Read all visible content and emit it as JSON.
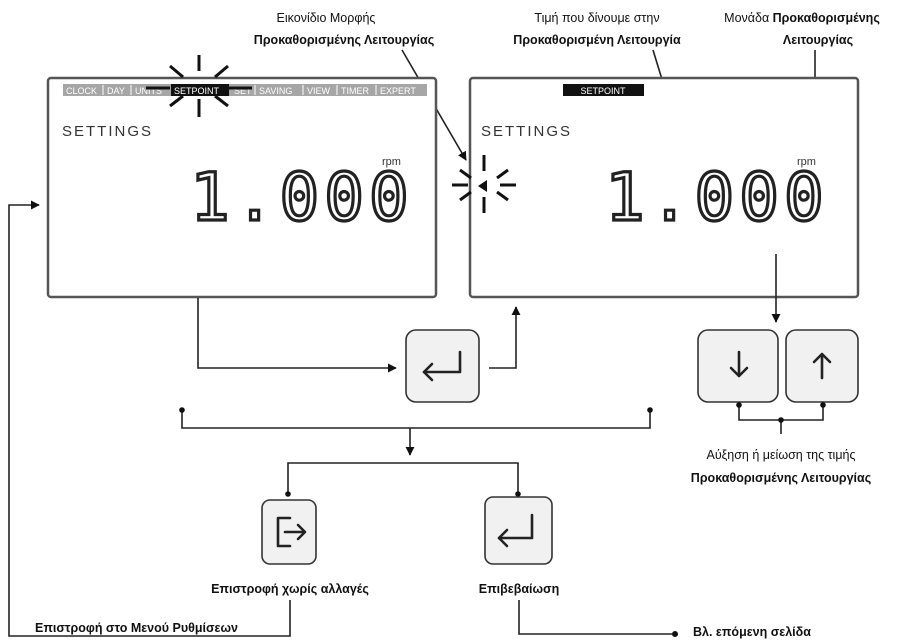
{
  "left_display": {
    "tabs": [
      {
        "label": "CLOCK"
      },
      {
        "label": "DAY"
      },
      {
        "label": "UNITS"
      },
      {
        "label": "SETPOINT"
      },
      {
        "label": "SET"
      },
      {
        "label": "SAVING"
      },
      {
        "label": "VIEW"
      },
      {
        "label": "TIMER"
      },
      {
        "label": "EXPERT"
      }
    ],
    "settings_label": "SETTINGS",
    "value": "1.000",
    "unit": "rpm"
  },
  "right_display": {
    "mode_tab": "SETPOINT",
    "settings_label": "SETTINGS",
    "value": "1.000",
    "unit": "rpm"
  },
  "annotations": {
    "mode_icon_line1": "Εικονίδιο Μορφής",
    "mode_icon_line2": "Προκαθορισμένης Λειτουργίας",
    "value_line1": "Τιμή που δίνουμε στην",
    "value_line2": "Προκαθορισμένη Λειτουργία",
    "unit_line1_prefix": "Μονάδα ",
    "unit_line1_bold": "Προκαθορισμένης",
    "unit_line2": "Λειτουργίας",
    "updown_line1": "Αύξηση ή μείωση της τιμής",
    "updown_line2": "Προκαθορισμένης Λειτουργίας",
    "back_no_change": "Επιστροφή χωρίς αλλαγές",
    "confirm": "Επιβεβαίωση",
    "return_menu": "Επιστροφή στο Μενού Ρυθμίσεων",
    "next_page": "Βλ. επόμενη σελίδα"
  },
  "buttons": {
    "enter_icon": "enter-icon",
    "down_icon": "arrow-down-icon",
    "up_icon": "arrow-up-icon",
    "exit_icon": "exit-icon"
  }
}
